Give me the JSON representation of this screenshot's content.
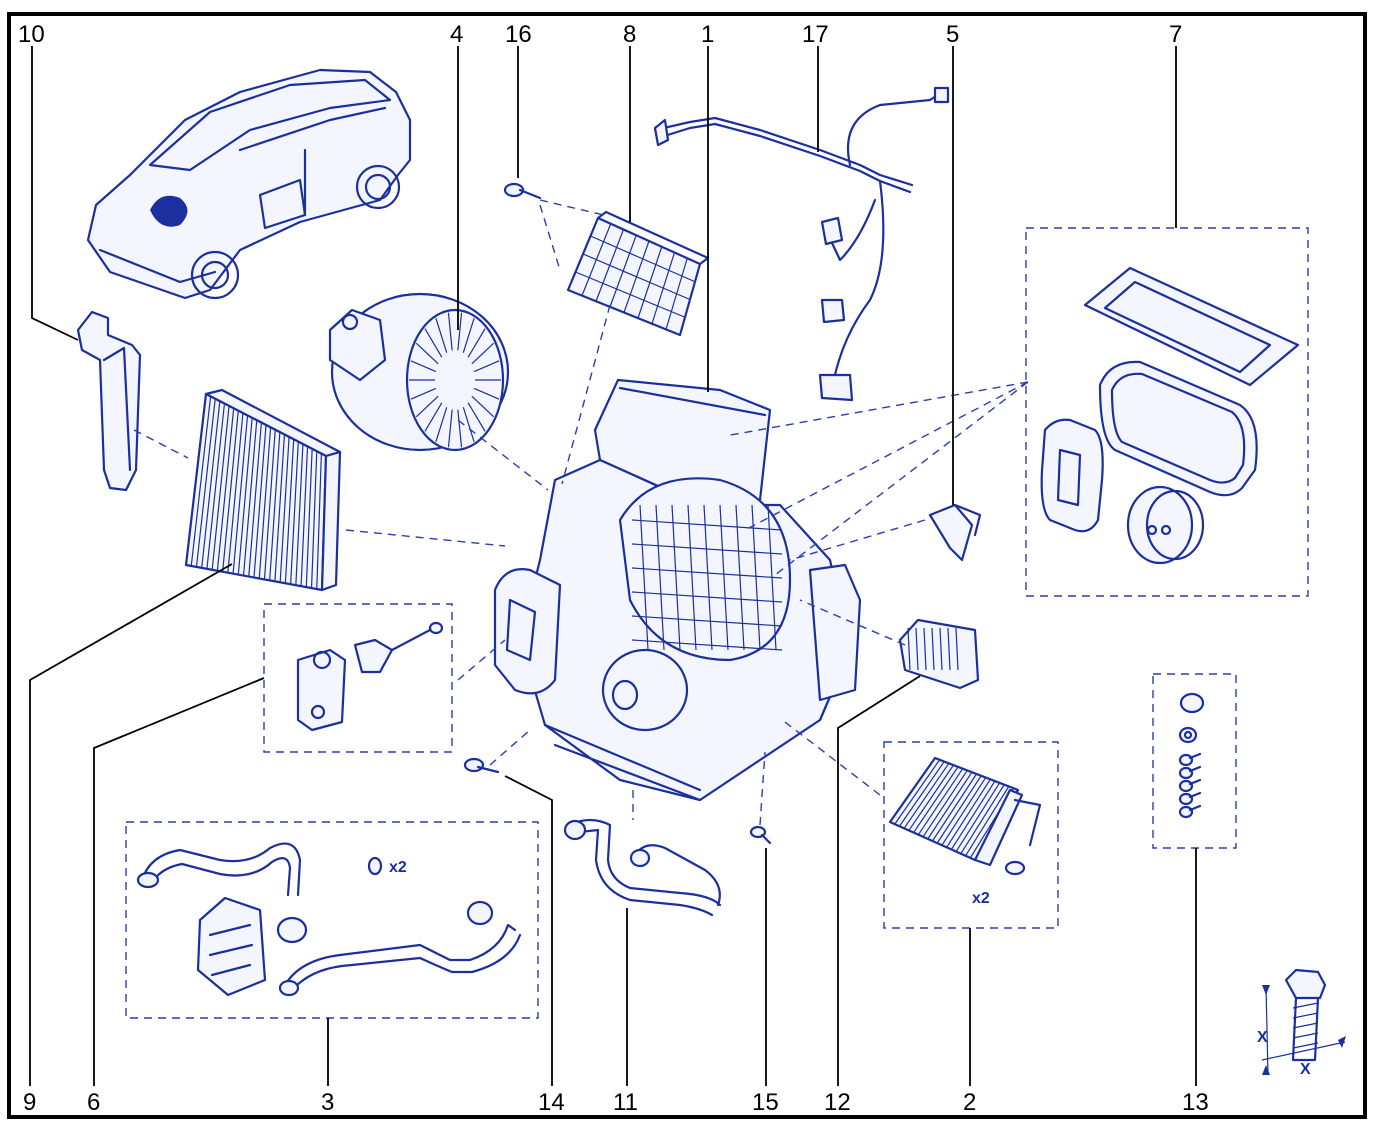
{
  "callouts": [
    {
      "id": "10",
      "label": "10"
    },
    {
      "id": "4",
      "label": "4"
    },
    {
      "id": "16",
      "label": "16"
    },
    {
      "id": "8",
      "label": "8"
    },
    {
      "id": "1",
      "label": "1"
    },
    {
      "id": "17",
      "label": "17"
    },
    {
      "id": "5",
      "label": "5"
    },
    {
      "id": "7",
      "label": "7"
    },
    {
      "id": "9",
      "label": "9"
    },
    {
      "id": "6",
      "label": "6"
    },
    {
      "id": "3",
      "label": "3"
    },
    {
      "id": "14",
      "label": "14"
    },
    {
      "id": "11",
      "label": "11"
    },
    {
      "id": "15",
      "label": "15"
    },
    {
      "id": "12",
      "label": "12"
    },
    {
      "id": "2",
      "label": "2"
    },
    {
      "id": "13",
      "label": "13"
    }
  ],
  "notes": {
    "hose_kit_qty": "x2",
    "heater_kit_qty": "x2",
    "dim_x_vertical": "X",
    "dim_x_horizontal": "X"
  },
  "colors": {
    "line": "#1b2f9e",
    "callout_text": "#000000",
    "frame": "#000000"
  }
}
